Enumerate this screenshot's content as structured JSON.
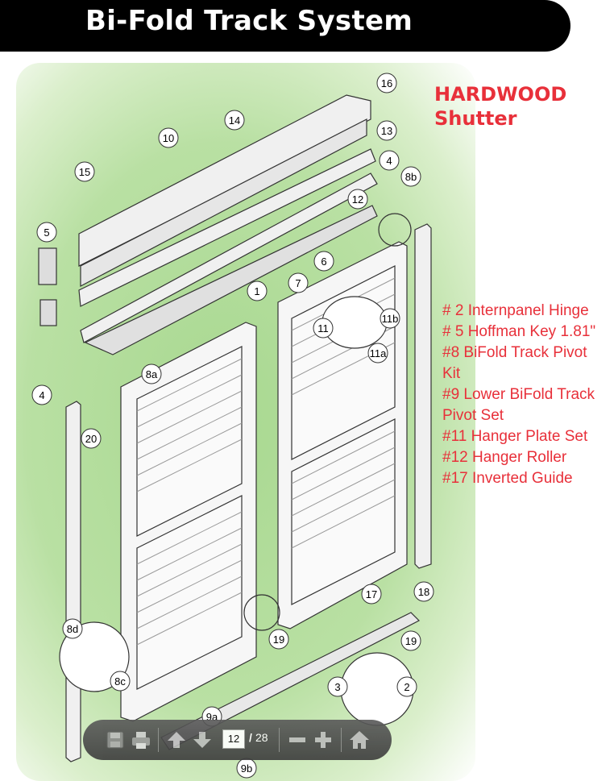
{
  "header": {
    "title": "Bi-Fold Track System"
  },
  "brand": {
    "line1": "HARDWOOD",
    "line2": "Shutter",
    "color": "#e8303a"
  },
  "parts": [
    "# 2 Internpanel Hinge",
    "# 5 Hoffman Key 1.81\"",
    "#8 BiFold Track Pivot Kit",
    "#9 Lower BiFold Track Pivot Set",
    "#11 Hanger Plate Set",
    "#12 Hanger Roller",
    "#17 Inverted Guide"
  ],
  "callouts": [
    "16",
    "14",
    "13",
    "10",
    "15",
    "4",
    "8b",
    "12",
    "5",
    "6",
    "7",
    "1",
    "11b",
    "11",
    "11a",
    "8a",
    "4",
    "20",
    "17",
    "18",
    "19",
    "19",
    "8d",
    "8c",
    "3",
    "2",
    "9a",
    "9b"
  ],
  "toolbar": {
    "current_page": "12",
    "separator": "/",
    "total_pages": "28",
    "buttons": [
      "save-icon",
      "print-icon",
      "page-up-icon",
      "page-down-icon",
      "zoom-out-icon",
      "zoom-in-icon",
      "home-icon"
    ]
  }
}
